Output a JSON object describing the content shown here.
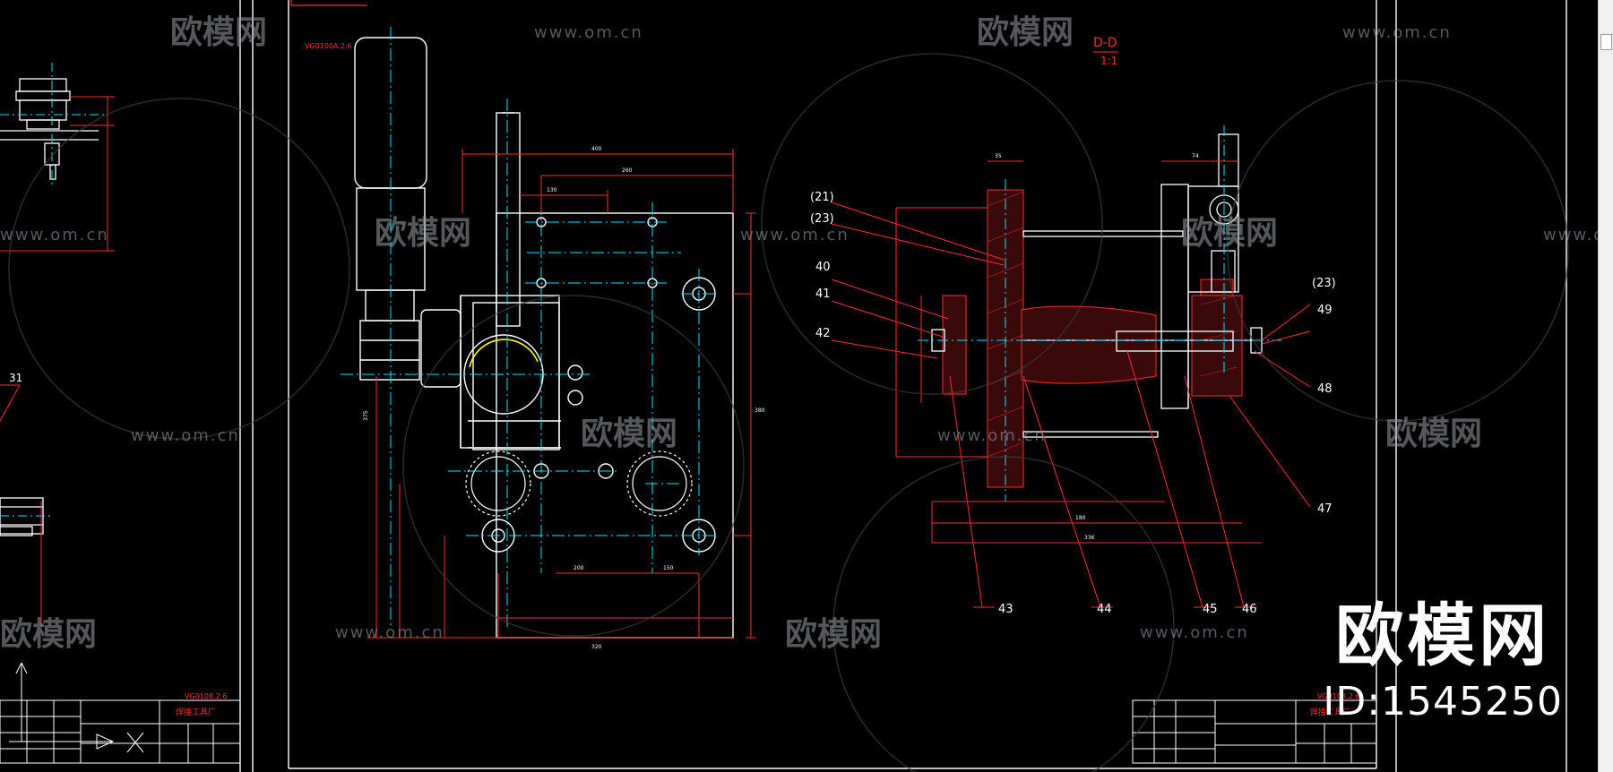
{
  "drawing": {
    "section_label": "D-D",
    "section_scale": "1:1",
    "part_no_top": "VG0100A.2.6",
    "callouts": [
      "(21)",
      "(23)",
      "40",
      "41",
      "42",
      "(23)",
      "49",
      "48",
      "47",
      "43",
      "44",
      "45",
      "46",
      "31"
    ],
    "title_block_left": {
      "code": "VG0108.2.6",
      "name": "焊接工具厂"
    },
    "title_block_right": {
      "code": "VG0108.2.6",
      "name": "焊接工具厂"
    }
  },
  "watermarks": {
    "logo_text": "欧模网",
    "url_text": "www.om.cn"
  },
  "brand": {
    "title": "欧模网",
    "id_label": "ID:1545250"
  },
  "colors": {
    "background": "#000000",
    "outline": "#ffffff",
    "center": "#00e5ff",
    "dimension": "#ff2a2a",
    "highlight": "#ffff00",
    "watermark": "#9aa0a6"
  }
}
